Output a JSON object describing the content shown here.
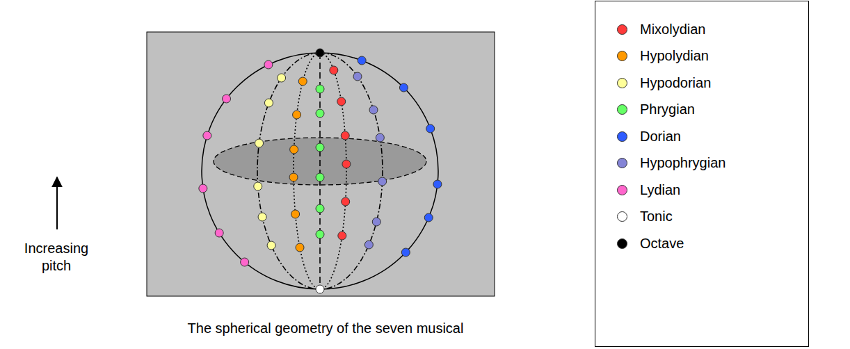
{
  "diagram": {
    "caption": "The spherical geometry of the seven musical",
    "labels": [
      "Increasing pitch"
    ],
    "legend": [
      {
        "text": "Mixolydian",
        "color": "#ff3b3b"
      },
      {
        "text": "Hypolydian",
        "color": "#ff9900"
      },
      {
        "text": "Hypodorian",
        "color": "#ffff99"
      },
      {
        "text": "Phrygian",
        "color": "#66ff66"
      },
      {
        "text": "Dorian",
        "color": "#2e5cff"
      },
      {
        "text": "Hypophrygian",
        "color": "#8484d6"
      },
      {
        "text": "Lydian",
        "color": "#ff66cc"
      },
      {
        "text": "Tonic",
        "color": "#ffffff"
      },
      {
        "text": "Octave",
        "color": "#000000"
      }
    ]
  }
}
